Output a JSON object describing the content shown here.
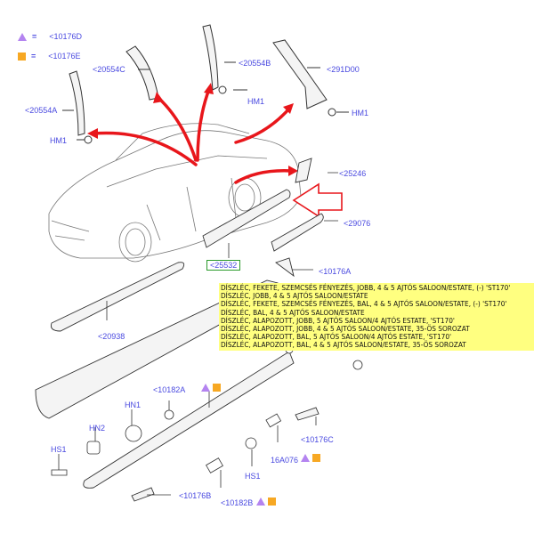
{
  "legend": [
    {
      "symbol": "triangle-icon",
      "color": "#b484f0",
      "equals": "=",
      "code": "<10176D"
    },
    {
      "symbol": "square-icon",
      "color": "#f7a823",
      "equals": "=",
      "code": "<10176E"
    }
  ],
  "callouts": {
    "c20554C": "<20554C",
    "c20554B": "<20554B",
    "c291D00": "<291D00",
    "c20554A": "<20554A",
    "hm1_a": "HM1",
    "hm1_b": "HM1",
    "hm1_c": "HM1",
    "c25246": "<25246",
    "c29076": "<29076",
    "c25532": "<25532",
    "c10176A": "<10176A",
    "c20938": "<20938",
    "c10182A": "<10182A",
    "hn1": "HN1",
    "hn2": "HN2",
    "hs1_a": "HS1",
    "hs1_b": "HS1",
    "c10176C": "<10176C",
    "c16A076": "16A076",
    "c10176B": "<10176B",
    "c10182B": "<10182B"
  },
  "selected_part": "<25532",
  "descriptions": [
    "DÍSZLÉC, FEKETE, SZEMCSÉS FÉNYEZÉS, JOBB, 4 & 5 AJTÓS SALOON/ESTATE, (-) 'ST170'",
    "DÍSZLÉC, JOBB, 4 & 5 AJTÓS SALOON/ESTATE",
    "DÍSZLÉC, FEKETE, SZEMCSÉS FÉNYEZÉS, BAL, 4 & 5 AJTÓS SALOON/ESTATE, (-) 'ST170'",
    "DÍSZLÉC, BAL, 4 & 5 AJTÓS SALOON/ESTATE",
    "DÍSZLÉC, ALAPOZOTT, JOBB, 5 AJTÓS SALOON/4 AJTÓS ESTATE, 'ST170'",
    "DÍSZLÉC, ALAPOZOTT, JOBB, 4 & 5 AJTÓS SALOON/ESTATE, 35-ÖS SOROZAT",
    "DÍSZLÉC, ALAPOZOTT, BAL, 5 AJTÓS SALOON/4 AJTÓS ESTATE, 'ST170'",
    "DÍSZLÉC, ALAPOZOTT, BAL, 4 & 5 AJTÓS SALOON/ESTATE, 35-ÖS SOROZAT"
  ],
  "colors": {
    "callout_text": "#4a4ae0",
    "arrow_red": "#e8161b",
    "highlight_box": "#ffff80",
    "selected_border": "#2a9a2a",
    "triangle": "#b484f0",
    "square": "#f7a823"
  }
}
